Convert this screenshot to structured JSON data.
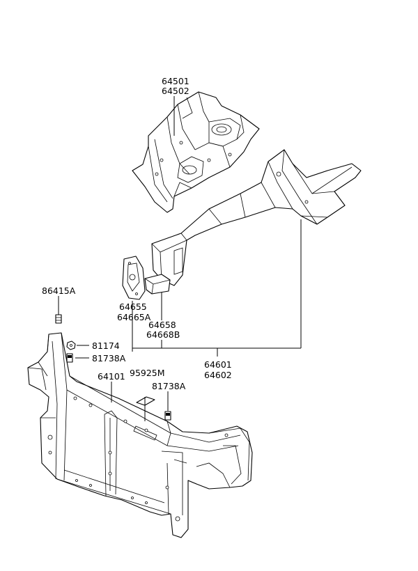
{
  "labels": {
    "p64501": "64501",
    "p64502": "64502",
    "p64655": "64655",
    "p64665A": "64665A",
    "p64658": "64658",
    "p64668B": "64668B",
    "p64601": "64601",
    "p64602": "64602",
    "p86415A": "86415A",
    "p81174": "81174",
    "p81738A_1": "81738A",
    "p64101": "64101",
    "p95925M": "95925M",
    "p81738A_2": "81738A"
  }
}
